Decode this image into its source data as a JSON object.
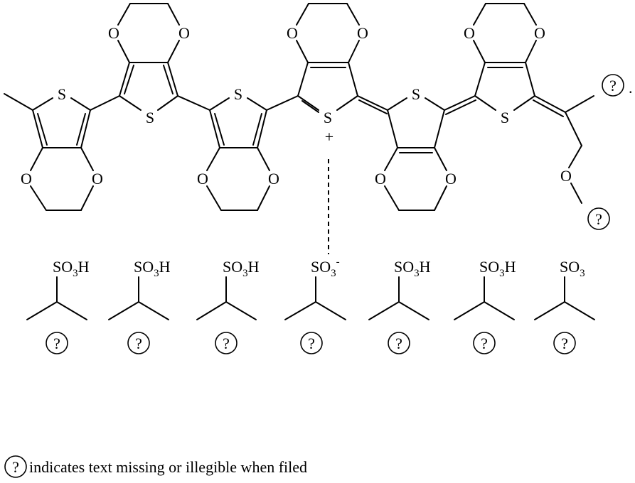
{
  "atoms": {
    "sulfur": "S",
    "oxygen": "O",
    "plus": "+",
    "period": "."
  },
  "sulfonate": {
    "acid": {
      "base": "SO",
      "index": "3",
      "tail": "H"
    },
    "anion": {
      "base": "SO",
      "index": "3",
      "charge": "-"
    },
    "last": {
      "base": "SO",
      "index": "3"
    }
  },
  "marker": "?",
  "legend": {
    "marker": "?",
    "text": "indicates text missing or illegible when filed"
  }
}
